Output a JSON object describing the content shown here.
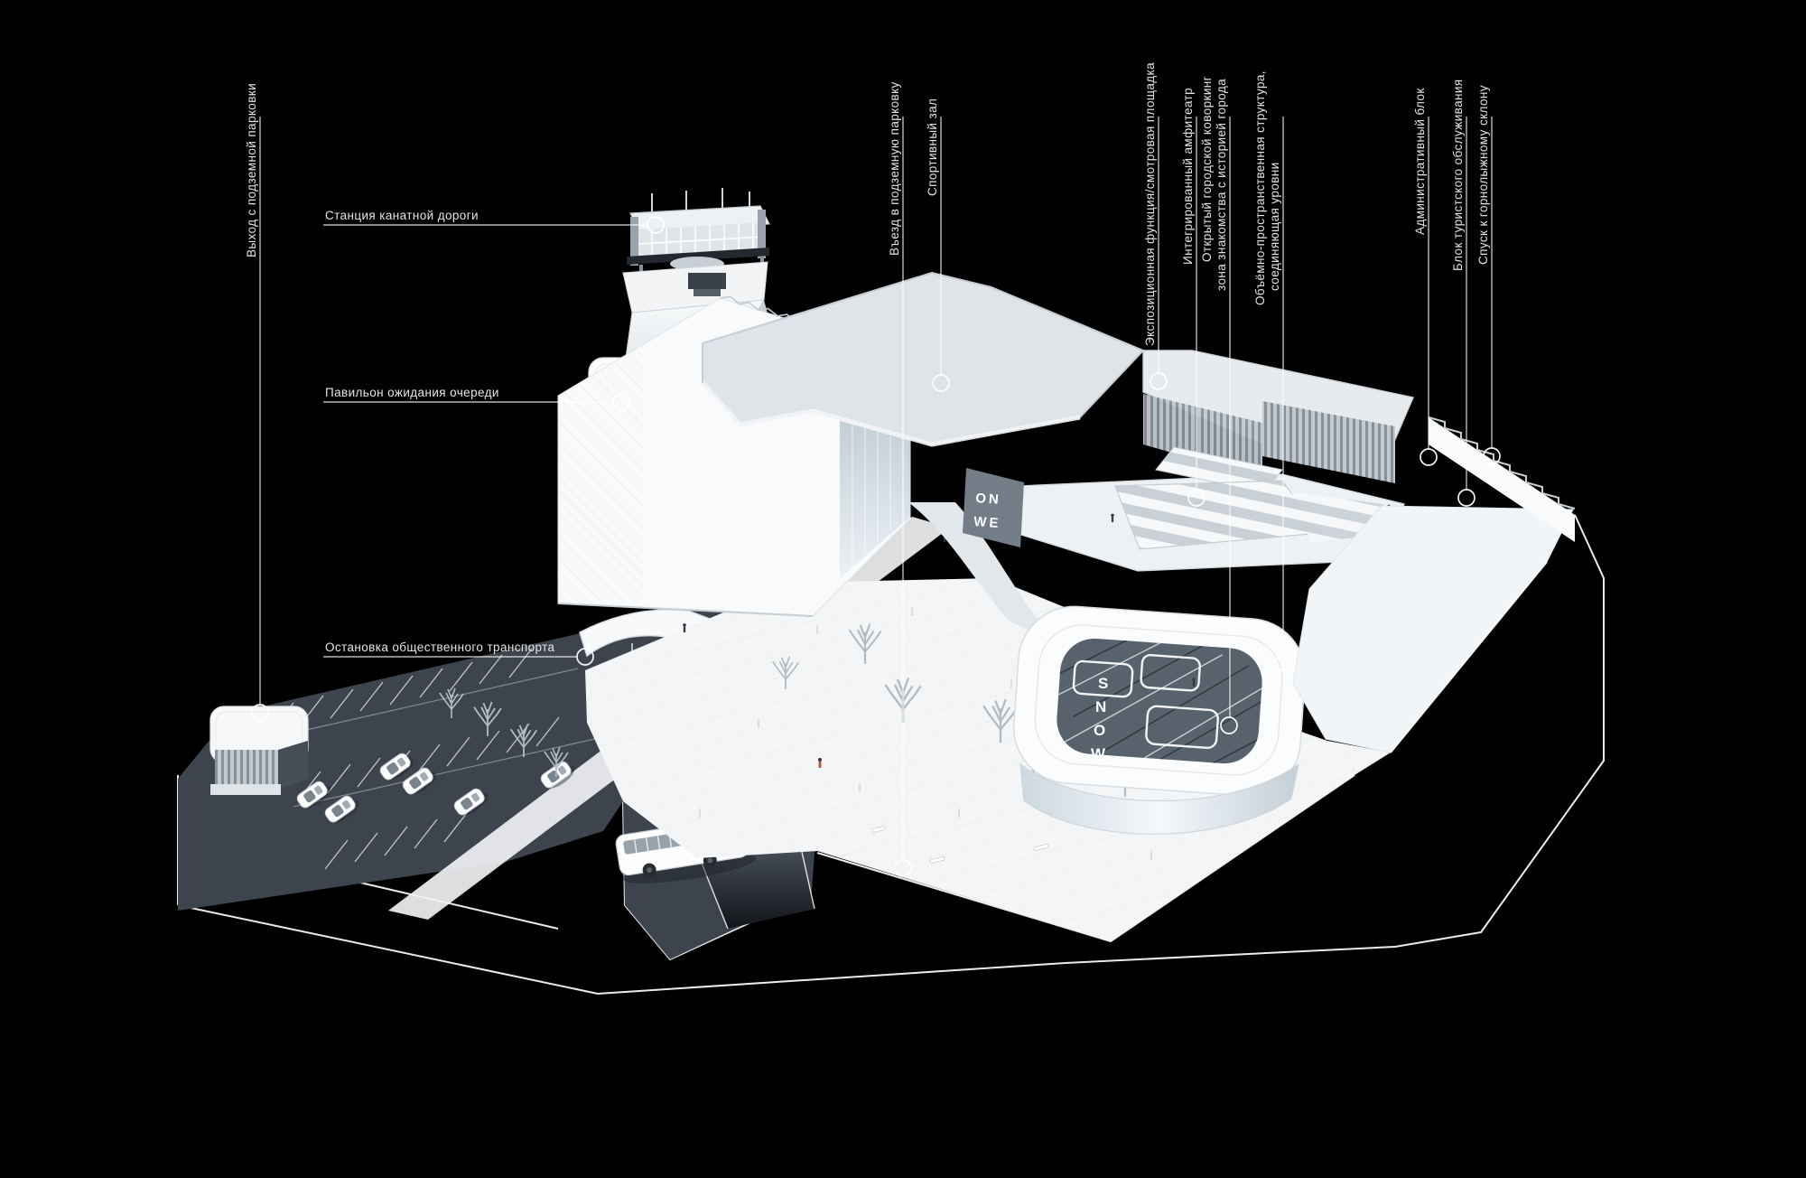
{
  "scene": {
    "background_color": "#000000",
    "leader_line_color": "#ffffff",
    "label_text_color": "#e4e4e4",
    "parking_asphalt_color": "#3d444e",
    "plaza_color": "#f3f5f6",
    "building_color": "#f8fafb"
  },
  "labels": {
    "h": [
      {
        "name": "cable-car-station",
        "text": "Станция канатной дороги"
      },
      {
        "name": "queue-waiting-pavilion",
        "text": "Павильон ожидания очереди"
      },
      {
        "name": "public-transport-stop",
        "text": "Остановка общественного транспорта"
      }
    ],
    "v": [
      {
        "name": "underground-parking-exit",
        "text": "Выход с подземной парковки"
      },
      {
        "name": "underground-parking-entrance",
        "text": "Въезд в подземную парковку"
      },
      {
        "name": "sports-hall",
        "text": "Спортивный зал"
      },
      {
        "name": "expo-observation-deck",
        "text": "Экспозиционная функция/смотровая площадка"
      },
      {
        "name": "integrated-amphitheater",
        "text": "Интегрированный амфитеатр"
      },
      {
        "name": "open-city-coworking",
        "text": "Открытый городской коворкинг"
      },
      {
        "name": "city-history-zone",
        "text": "зона знакомства с историей города"
      },
      {
        "name": "spatial-structure",
        "text": "Объёмно-пространственная структура,"
      },
      {
        "name": "connecting-levels",
        "text": "соединяющая уровни"
      },
      {
        "name": "administrative-block",
        "text": "Административный блок"
      },
      {
        "name": "tourist-service-block",
        "text": "Блок туристского обслуживания"
      },
      {
        "name": "ski-slope-descent",
        "text": "Спуск к горнолыжному склону"
      }
    ]
  },
  "building_signs": {
    "top_sign_lines": [
      "ON",
      "WE"
    ],
    "side_sign_letters": [
      "S",
      "N",
      "O",
      "W"
    ]
  }
}
